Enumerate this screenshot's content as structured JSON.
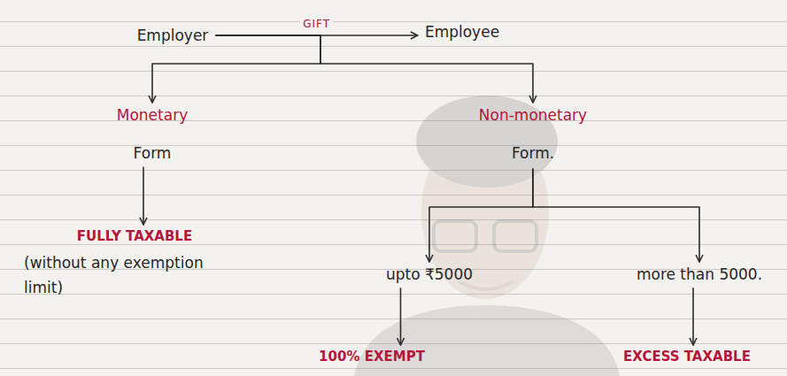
{
  "diagram": {
    "nodes": [
      {
        "text": [
          "Employer"
        ]
      },
      {
        "text": [
          "Employee"
        ]
      },
      {
        "text": [
          "Monetary",
          "Form"
        ]
      },
      {
        "text": [
          "Non-monetary",
          "Form."
        ]
      },
      {
        "text": [
          "FULLY TAXABLE",
          "(without any exemption limit)"
        ]
      },
      {
        "text": [
          "upto ₹5000"
        ]
      },
      {
        "text": [
          "more than 5000."
        ]
      },
      {
        "text": [
          "100% EXEMPT"
        ]
      },
      {
        "text": [
          "EXCESS TAXABLE"
        ]
      }
    ],
    "edges": [
      {
        "from": 0,
        "to": 1,
        "label": "GIFT",
        "arrow": "to"
      },
      {
        "from": 0,
        "to": 2,
        "arrow": "to"
      },
      {
        "from": 0,
        "to": 3,
        "arrow": "to"
      },
      {
        "from": 2,
        "to": 4,
        "arrow": "to"
      },
      {
        "from": 3,
        "to": 5,
        "arrow": "to"
      },
      {
        "from": 3,
        "to": 6,
        "arrow": "to"
      },
      {
        "from": 5,
        "to": 7,
        "arrow": "to"
      },
      {
        "from": 6,
        "to": 8,
        "arrow": "to"
      }
    ]
  }
}
